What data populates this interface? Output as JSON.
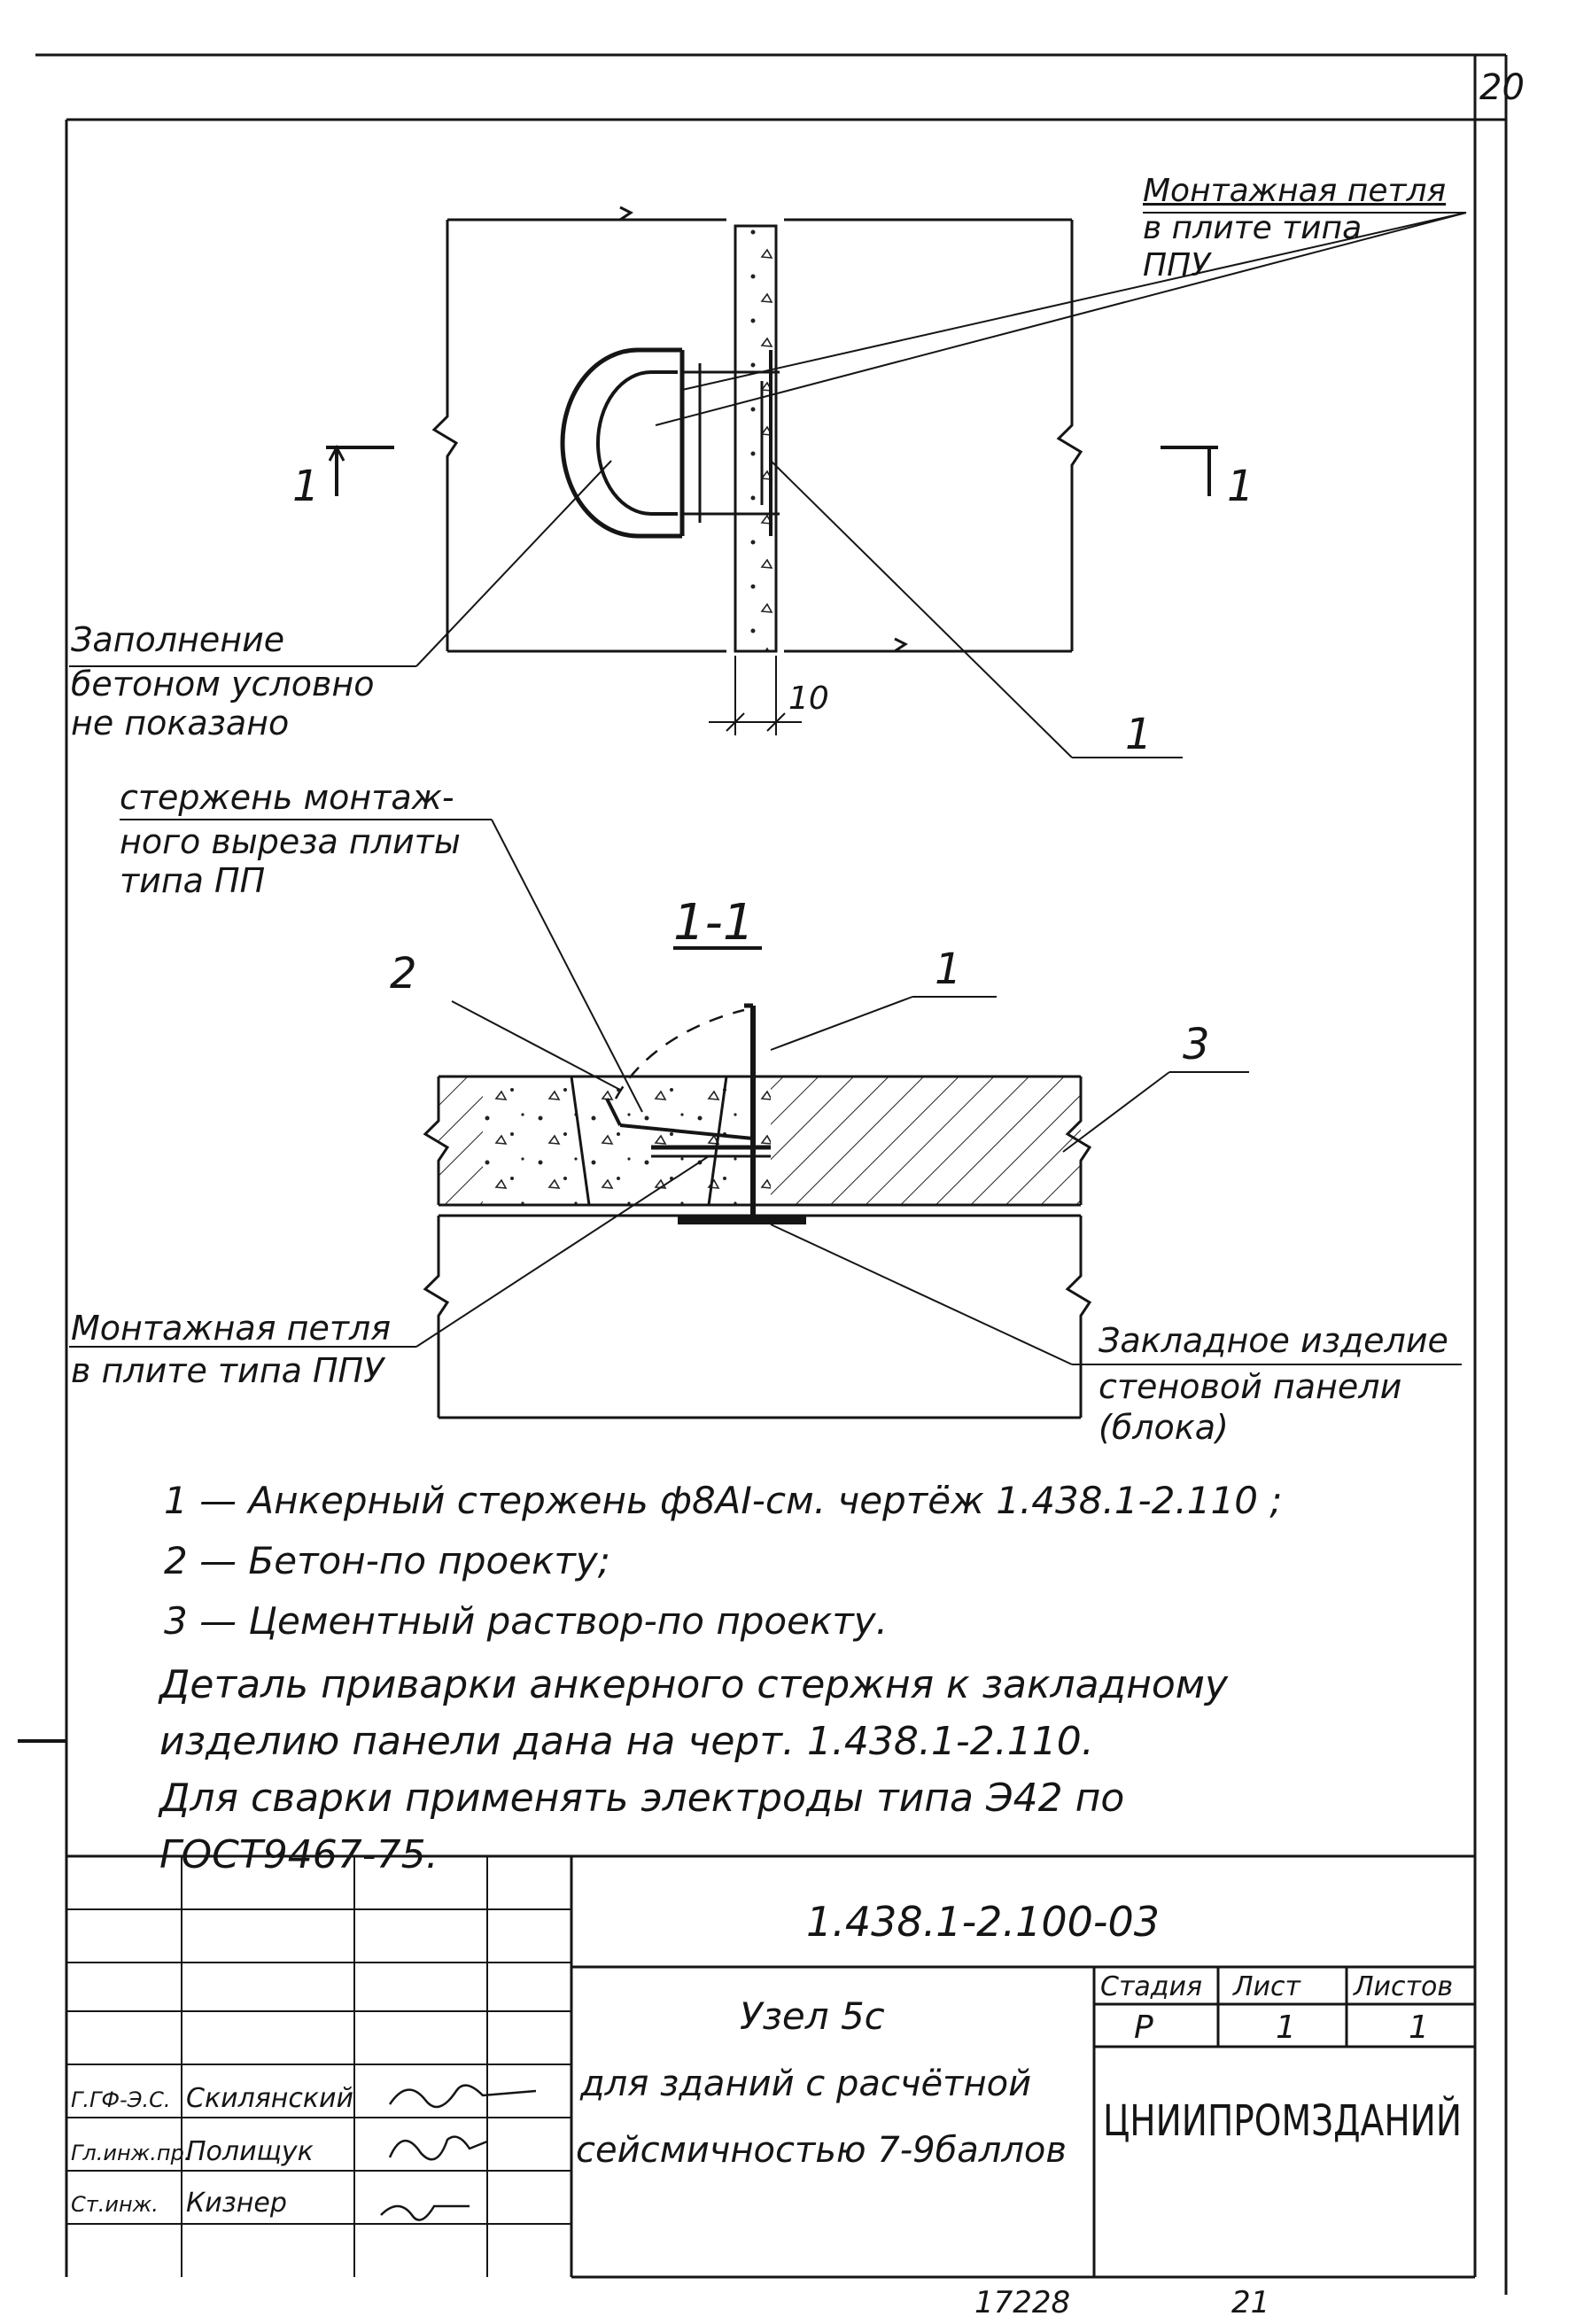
{
  "sheet": {
    "page_number": "20",
    "bottom_number": "17228",
    "bottom_page": "21"
  },
  "plan_view": {
    "section_mark_left": "1",
    "section_mark_right": "1",
    "labels": {
      "loop_ppu": [
        "Монтажная петля",
        "в плите типа",
        "ППУ"
      ],
      "fill": [
        "Заполнение",
        "бетоном условно",
        "не показано"
      ],
      "dimension": "10",
      "callout_1": "1"
    }
  },
  "section_view": {
    "title": "1-1",
    "labels": {
      "rod_pp": [
        "стержень монтаж-",
        "ного выреза плиты",
        "типа ПП"
      ],
      "callout_2": "2",
      "callout_1": "1",
      "callout_3": "3",
      "loop_ppu": [
        "Монтажная петля",
        "в плите типа ППУ"
      ],
      "embed": [
        "Закладное изделие",
        "стеновой панели",
        "(блока)"
      ]
    }
  },
  "legend": [
    "1 — Анкерный стержень ф8АI-см. чертёж  1.438.1-2.110 ;",
    "2 — Бетон-по проекту;",
    "3 — Цементный раствор-по проекту."
  ],
  "notes": [
    "Деталь приварки анкерного стержня к закладному",
    "изделию панели дана на черт. 1.438.1-2.110.",
    "Для сварки применять электроды типа Э42 по",
    "ГОСТ9467-75."
  ],
  "title_block": {
    "designation": "1.438.1-2.100-03",
    "title_lines": [
      "Узел 5с",
      "для зданий с расчётной",
      "сейсмичностью 7-9баллов"
    ],
    "stage_header": "Стадия",
    "sheet_header": "Лист",
    "sheets_header": "Листов",
    "stage": "Р",
    "sheet": "1",
    "sheets": "1",
    "organization": "ЦНИИПРОМЗДАНИЙ",
    "signatures": [
      {
        "role": "Г.ГФ-Э.С.",
        "name": "Скилянский"
      },
      {
        "role": "Гл.инж.пр.",
        "name": "Полищук"
      },
      {
        "role": "Ст.инж.",
        "name": "Кизнер"
      }
    ]
  }
}
